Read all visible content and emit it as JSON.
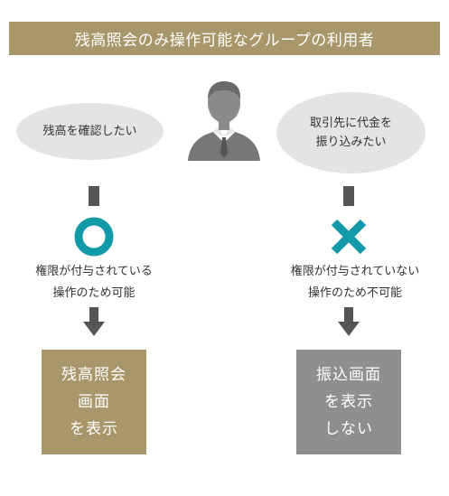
{
  "title": "残高照会のみ操作可能なグループの利用者",
  "left": {
    "bubble": "残高を確認したい",
    "status_symbol": "circle",
    "status_color": "#139aa8",
    "note": "権限が付与されている\n操作のため可能",
    "result": "残高照会\n画面\nを表示",
    "result_color": "#a8976a"
  },
  "right": {
    "bubble": "取引先に代金を\n振り込みたい",
    "status_symbol": "cross",
    "status_color": "#139aa8",
    "note": "権限が付与されていない\n操作のため不可能",
    "result": "振込画面\nを表示\nしない",
    "result_color": "#8f8f8f"
  },
  "icons": {
    "person": "person-icon",
    "arrow": "arrow-down-icon"
  },
  "colors": {
    "accent": "#a8976a",
    "dark_gray": "#555555",
    "bubble_gray": "#e4e4e4"
  }
}
